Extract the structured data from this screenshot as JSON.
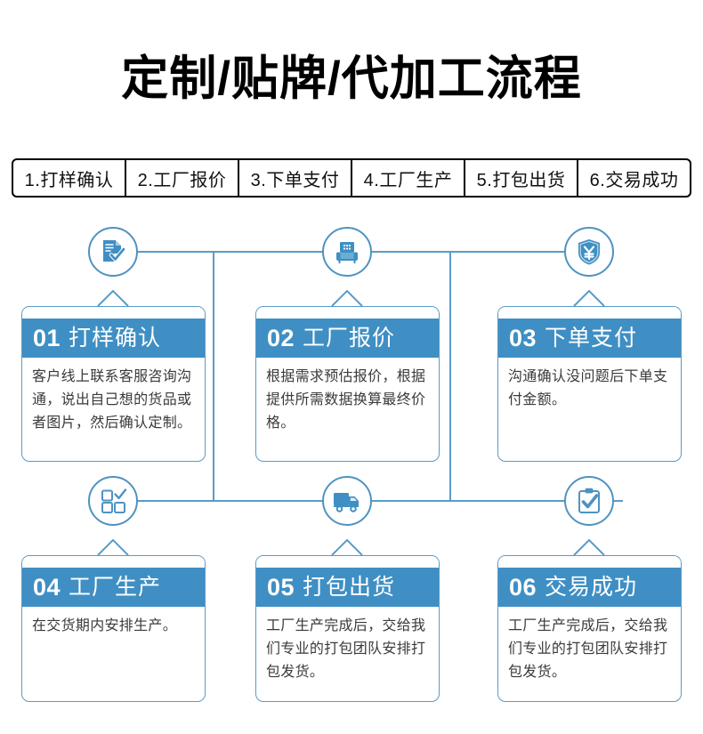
{
  "title": "定制/贴牌/代加工流程",
  "stepbar": {
    "steps": [
      {
        "label": "1.打样确认"
      },
      {
        "label": "2.工厂报价"
      },
      {
        "label": "3.下单支付"
      },
      {
        "label": "4.工厂生产"
      },
      {
        "label": "5.打包出货"
      },
      {
        "label": "6.交易成功"
      }
    ]
  },
  "colors": {
    "header_blue": "#3f8fc4",
    "line_blue": "#5a9bc7",
    "icon_blue": "#4f93c0",
    "title_black": "#000000",
    "body_text": "#3a3a3a"
  },
  "cards": [
    {
      "number": "01",
      "title": "打样确认",
      "body": "客户线上联系客服咨询沟通，说出自己想的货品或者图片，然后确认定制。",
      "icon": "document-check-icon"
    },
    {
      "number": "02",
      "title": "工厂报价",
      "body": "根据需求预估报价，根据提供所需数据换算最终价格。",
      "icon": "factory-building-icon"
    },
    {
      "number": "03",
      "title": "下单支付",
      "body": "沟通确认没问题后下单支付金额。",
      "icon": "shield-yuan-icon"
    },
    {
      "number": "04",
      "title": "工厂生产",
      "body": "在交货期内安排生产。",
      "icon": "checklist-grid-icon"
    },
    {
      "number": "05",
      "title": "打包出货",
      "body": "工厂生产完成后，交给我们专业的打包团队安排打包发货。",
      "icon": "delivery-truck-icon"
    },
    {
      "number": "06",
      "title": "交易成功",
      "body": "工厂生产完成后，交给我们专业的打包团队安排打包发货。",
      "icon": "clipboard-check-icon"
    }
  ]
}
